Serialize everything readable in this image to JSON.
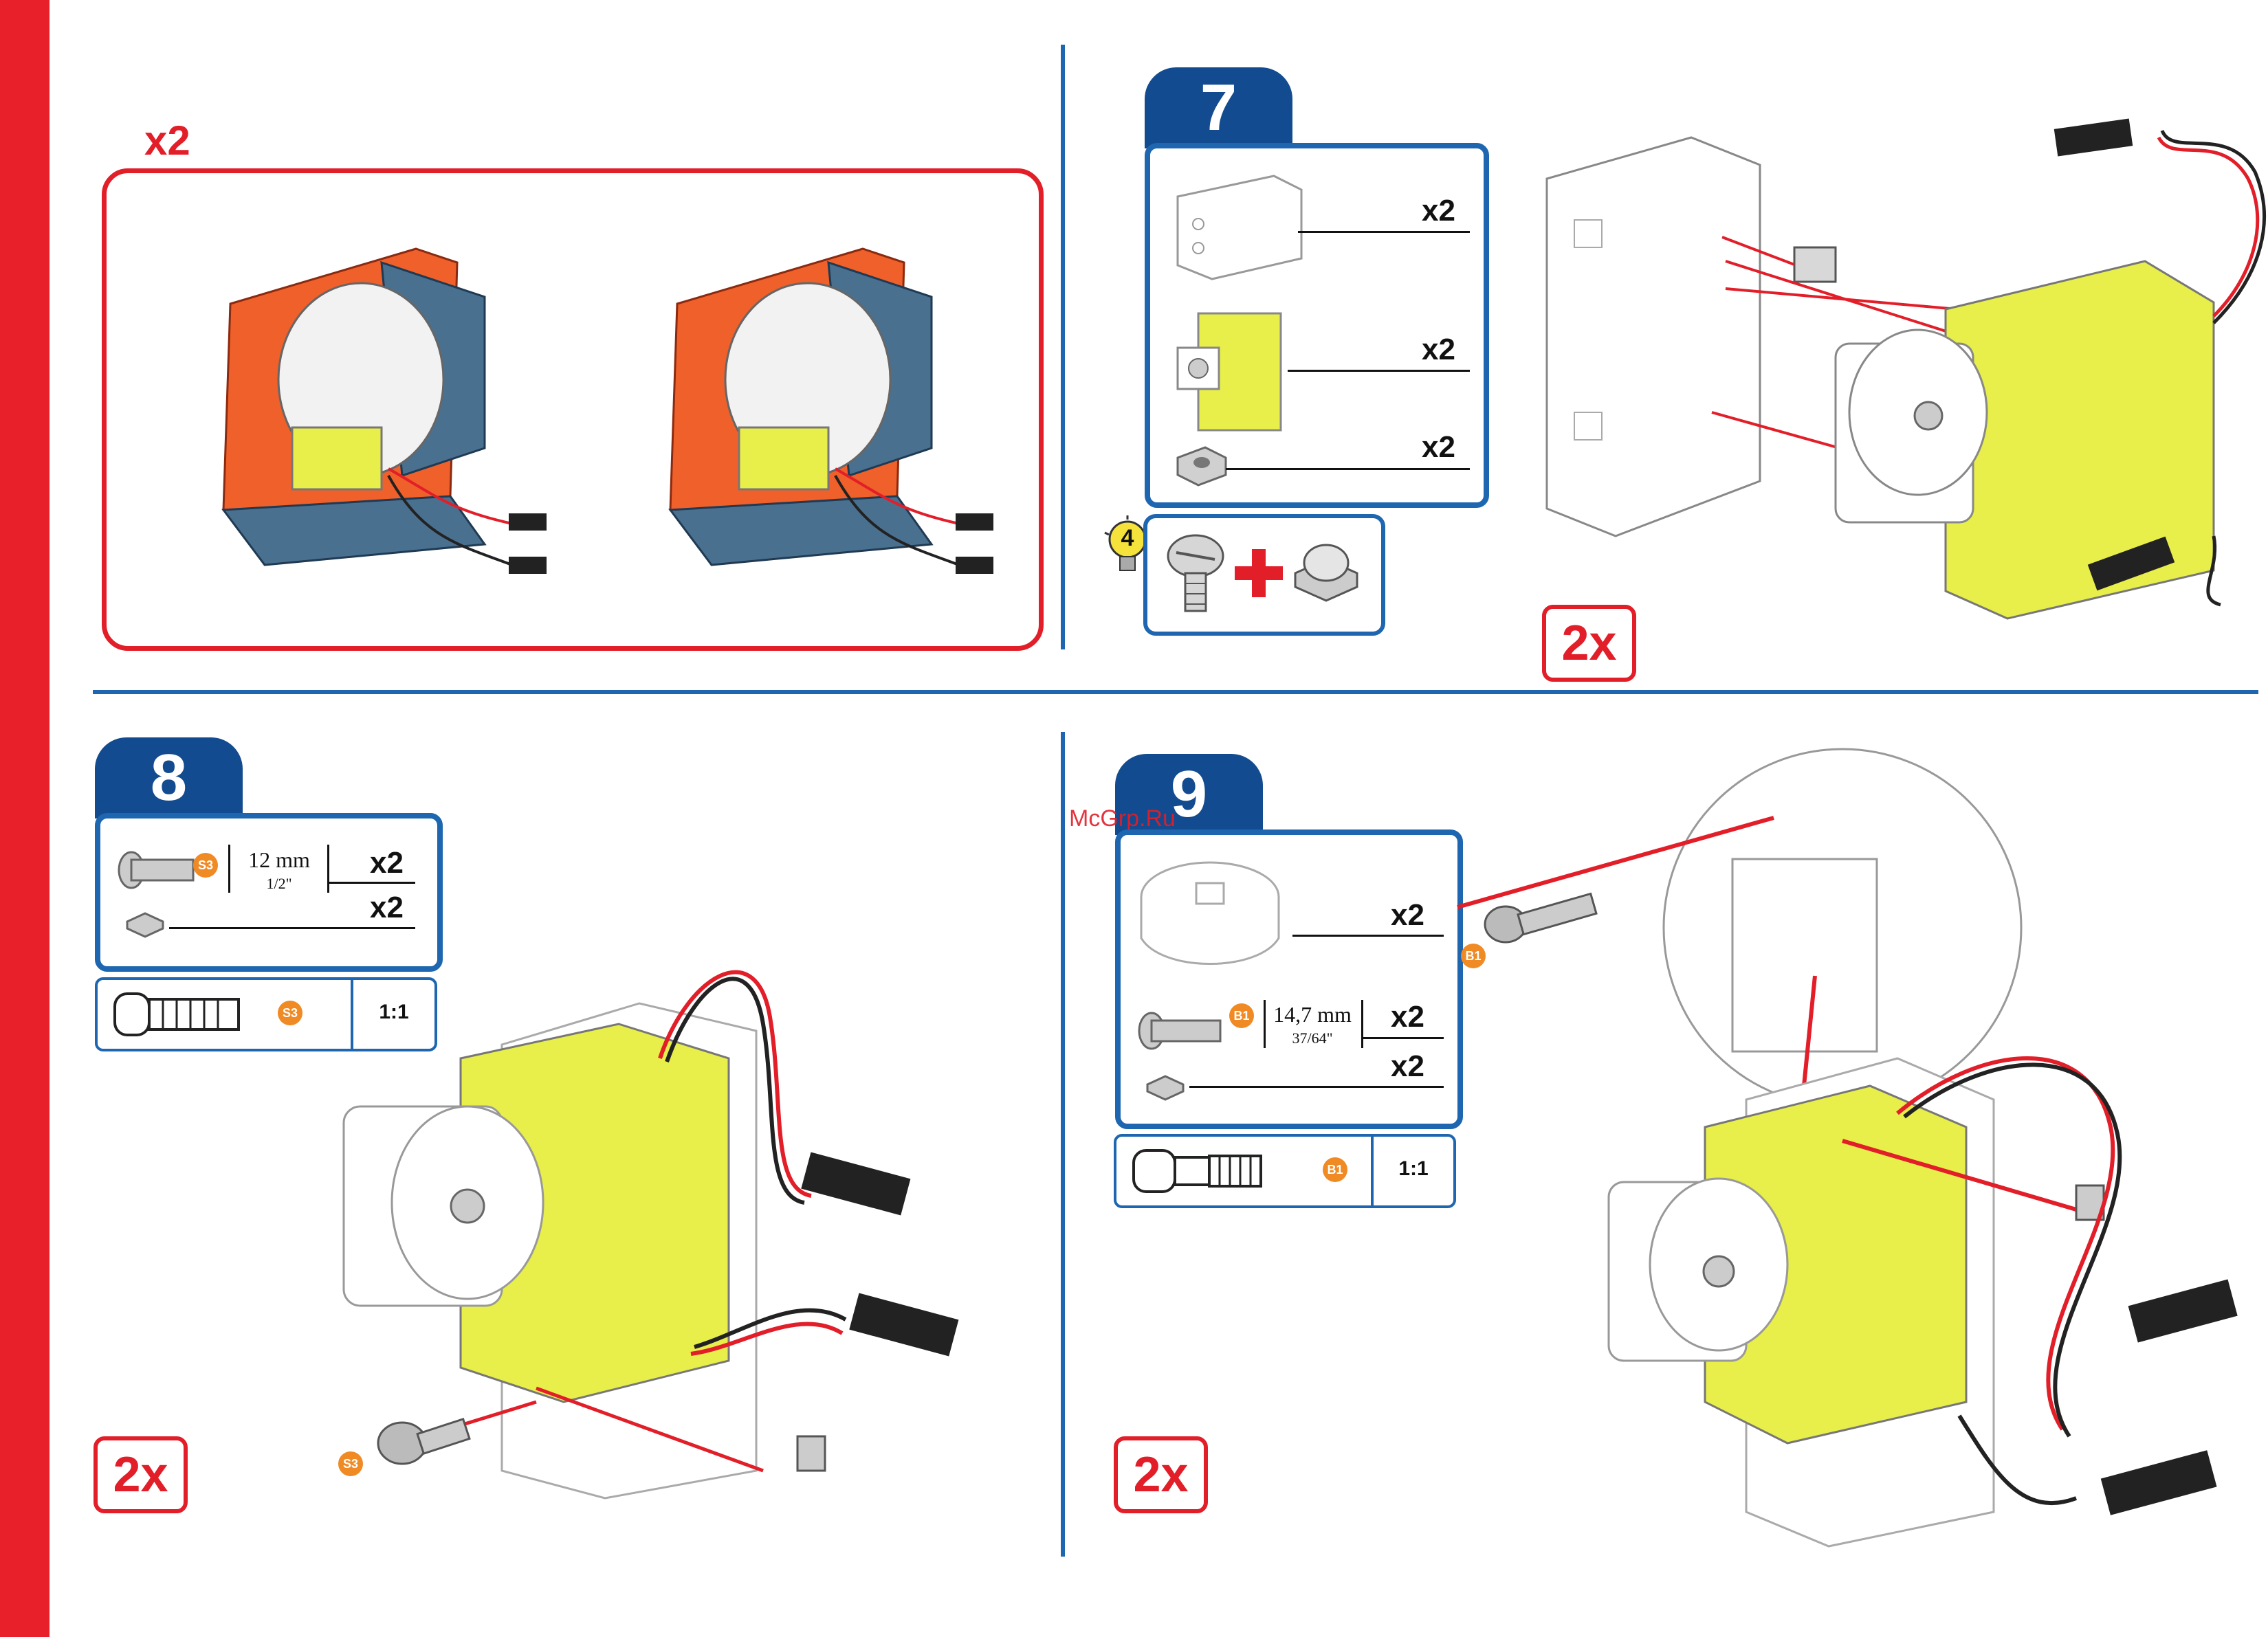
{
  "colors": {
    "accent_red": "#e21e29",
    "accent_blue": "#1e66b0",
    "tab_blue": "#124b8f",
    "servo_yellow": "#e8ee4a",
    "part_orange": "#f0602a",
    "part_steel": "#4a7090"
  },
  "top_left": {
    "quantity": "x2"
  },
  "step7": {
    "number": "7",
    "parts": [
      {
        "icon": "servo-bracket-icon",
        "qty": "x2"
      },
      {
        "icon": "servo-motor-icon",
        "qty": "x2"
      },
      {
        "icon": "nut-icon",
        "qty": "x2"
      }
    ],
    "tip": {
      "number": "4",
      "icons": [
        "screw-icon",
        "plus-icon",
        "nut-icon"
      ]
    },
    "multiplier": "2x"
  },
  "step8": {
    "number": "8",
    "screw": {
      "badge": "S3",
      "length": "12 mm",
      "length_in": "1/2\"",
      "qty": "x2"
    },
    "nut": {
      "qty": "x2"
    },
    "scale": {
      "badge": "S3",
      "ratio": "1:1"
    },
    "callout_badge": "S3",
    "multiplier": "2x"
  },
  "step9": {
    "number": "9",
    "parts": [
      {
        "icon": "servo-horn-icon",
        "qty": "x2"
      }
    ],
    "screw": {
      "badge": "B1",
      "length": "14,7 mm",
      "length_in": "37/64\"",
      "qty": "x2"
    },
    "nut": {
      "qty": "x2"
    },
    "scale": {
      "badge": "B1",
      "ratio": "1:1"
    },
    "callout_badge": "B1",
    "multiplier": "2x"
  },
  "watermark": "McGrp.Ru"
}
